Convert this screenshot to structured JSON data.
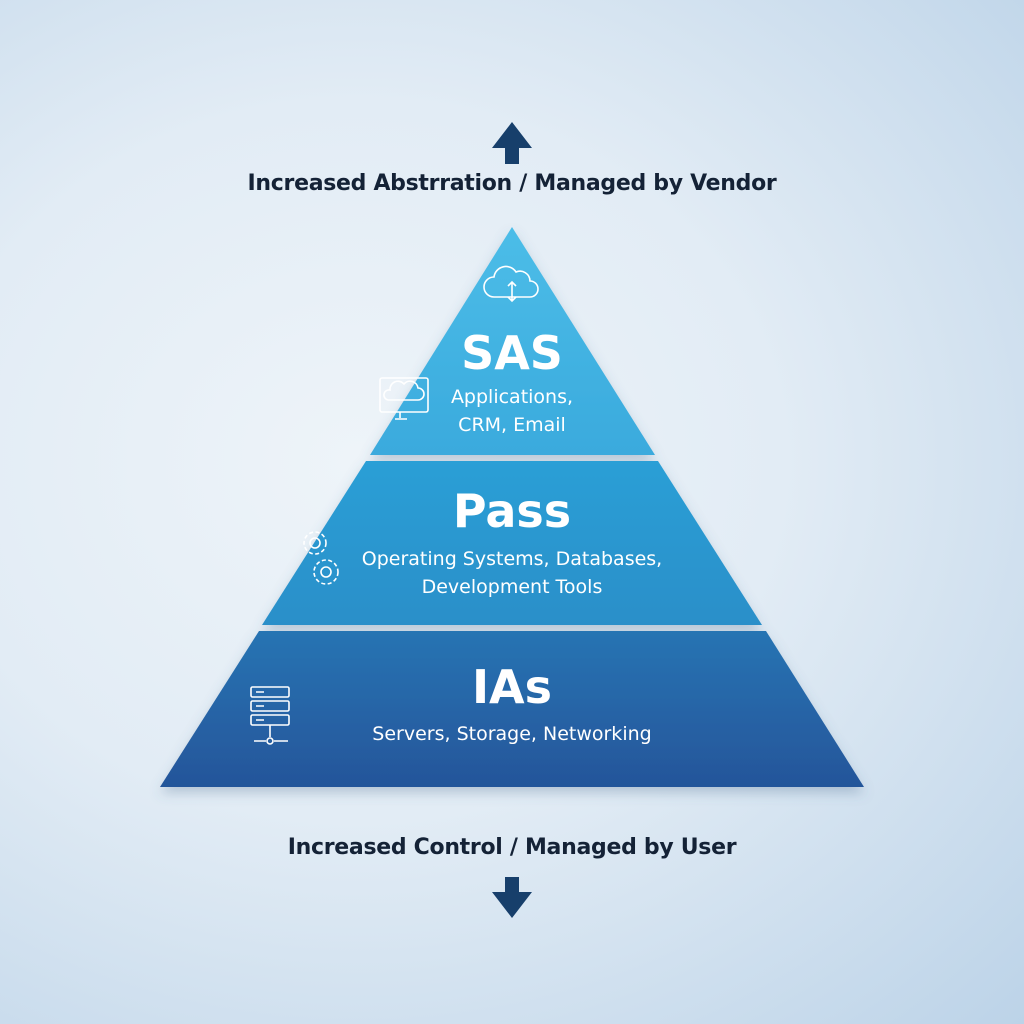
{
  "top_label": "Increased Abstrration / Managed by Vendor",
  "bottom_label": "Increased Control / Managed by User",
  "layers": [
    {
      "title": "SAS",
      "description": [
        "Applications,",
        "CRM, Email"
      ],
      "icon": "cloud-monitor-icon",
      "color": "#42b4e2"
    },
    {
      "title": "Pass",
      "description": [
        "Operating Systems, Databases,",
        "Development Tools"
      ],
      "icon": "gears-icon",
      "color": "#2898d0"
    },
    {
      "title": "IAs",
      "description": [
        "Servers, Storage, Networking"
      ],
      "icon": "server-rack-icon",
      "color": "#2465a6"
    }
  ],
  "colors": {
    "arrow": "#173f6b",
    "text": "#142236"
  }
}
